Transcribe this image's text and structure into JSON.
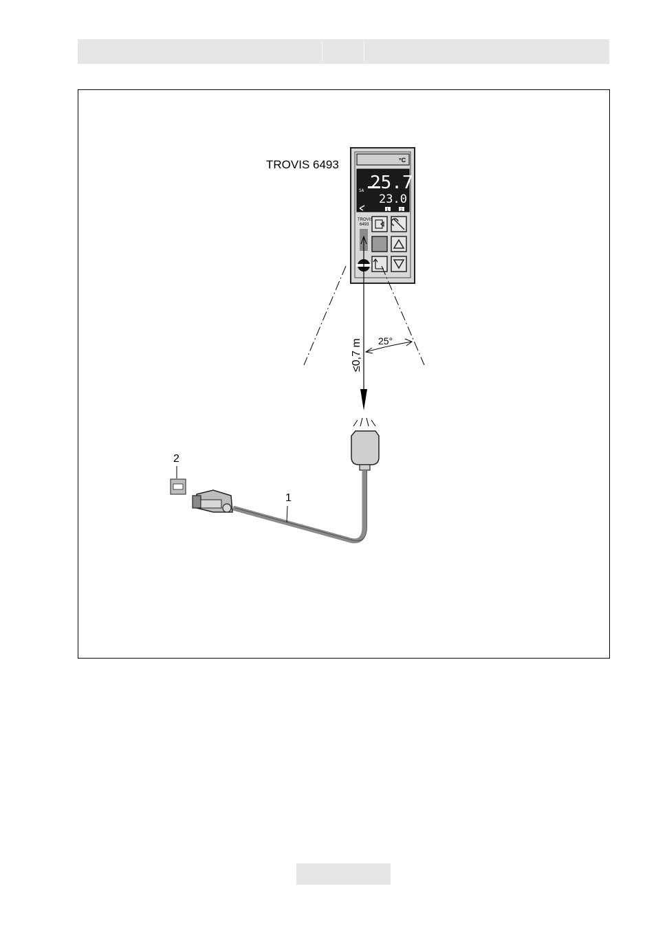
{
  "figure": {
    "device_label": "TROVIS 6493",
    "device_face_label_line1": "TROVIS",
    "device_face_label_line2": "6493",
    "display": {
      "unit": "°C",
      "top_value": "25.7",
      "bottom_value": "23.0",
      "indicator_1": "1",
      "indicator_2": "2",
      "side_mark": "SA"
    },
    "distance_label": "≤0,7 m",
    "angle_label": "25°",
    "callout_1": "1",
    "callout_2": "2"
  },
  "colors": {
    "header_bar": "#e6e6e6",
    "cable": "#8a8a8a",
    "device_body": "#d8d8d8",
    "display_bg": "#1a1a1a"
  },
  "icons": [
    "header-bar",
    "device-controller",
    "ir-adapter",
    "serial-connector",
    "pc-port-icon"
  ]
}
